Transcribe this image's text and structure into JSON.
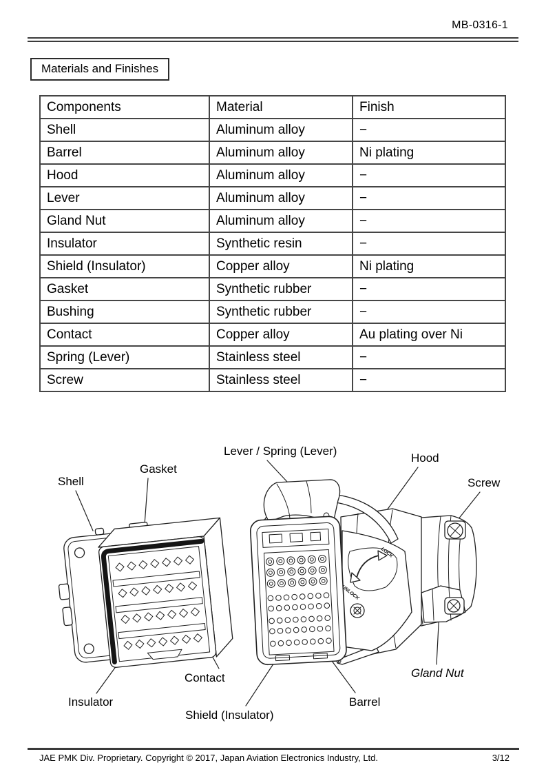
{
  "header": {
    "doc_number": "MB-0316-1"
  },
  "section": {
    "title": "Materials and Finishes"
  },
  "table": {
    "headers": [
      "Components",
      "Material",
      "Finish"
    ],
    "rows": [
      [
        "Shell",
        "Aluminum alloy",
        "−"
      ],
      [
        "Barrel",
        "Aluminum alloy",
        "Ni plating"
      ],
      [
        "Hood",
        "Aluminum alloy",
        "−"
      ],
      [
        "Lever",
        "Aluminum alloy",
        "−"
      ],
      [
        "Gland Nut",
        "Aluminum alloy",
        "−"
      ],
      [
        "Insulator",
        "Synthetic resin",
        "−"
      ],
      [
        "Shield (Insulator)",
        "Copper alloy",
        "Ni plating"
      ],
      [
        "Gasket",
        "Synthetic rubber",
        "−"
      ],
      [
        "Bushing",
        "Synthetic rubber",
        "−"
      ],
      [
        "Contact",
        "Copper alloy",
        "Au plating over Ni"
      ],
      [
        "Spring (Lever)",
        "Stainless steel",
        "−"
      ],
      [
        "Screw",
        "Stainless steel",
        "−"
      ]
    ]
  },
  "diagram": {
    "labels": [
      {
        "id": "shell",
        "text": "Shell"
      },
      {
        "id": "gasket",
        "text": "Gasket"
      },
      {
        "id": "lever-spring",
        "text": "Lever / Spring (Lever)"
      },
      {
        "id": "hood",
        "text": "Hood"
      },
      {
        "id": "screw",
        "text": "Screw"
      },
      {
        "id": "insulator",
        "text": "Insulator"
      },
      {
        "id": "contact",
        "text": "Contact"
      },
      {
        "id": "shield-insulator",
        "text": "Shield (Insulator)"
      },
      {
        "id": "barrel",
        "text": "Barrel"
      },
      {
        "id": "gland-nut",
        "text": "Gland Nut"
      }
    ],
    "engraving": {
      "lock": "LOCK",
      "unlock": "UNLOCK"
    }
  },
  "footer": {
    "copyright": "JAE PMK Div. Proprietary. Copyright ©  2017, Japan Aviation Electronics Industry, Ltd.",
    "page_number": "3/12"
  },
  "colors": {
    "line": "#1f1f1f",
    "rule": "#3a3a3a",
    "background": "#ffffff",
    "text": "#000000"
  }
}
